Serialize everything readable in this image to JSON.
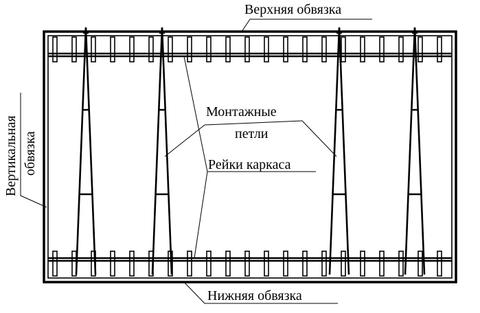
{
  "labels": {
    "top_binding": "Верхняя обвязка",
    "bottom_binding": "Нижняя обвязка",
    "vertical_binding_line1": "Вертикальная",
    "vertical_binding_line2": "обвязка",
    "lifting_loops_line1": "Монтажные",
    "lifting_loops_line2": "петли",
    "frame_slats": "Рейки каркаса"
  },
  "colors": {
    "ink": "#000000",
    "paper": "#ffffff"
  }
}
